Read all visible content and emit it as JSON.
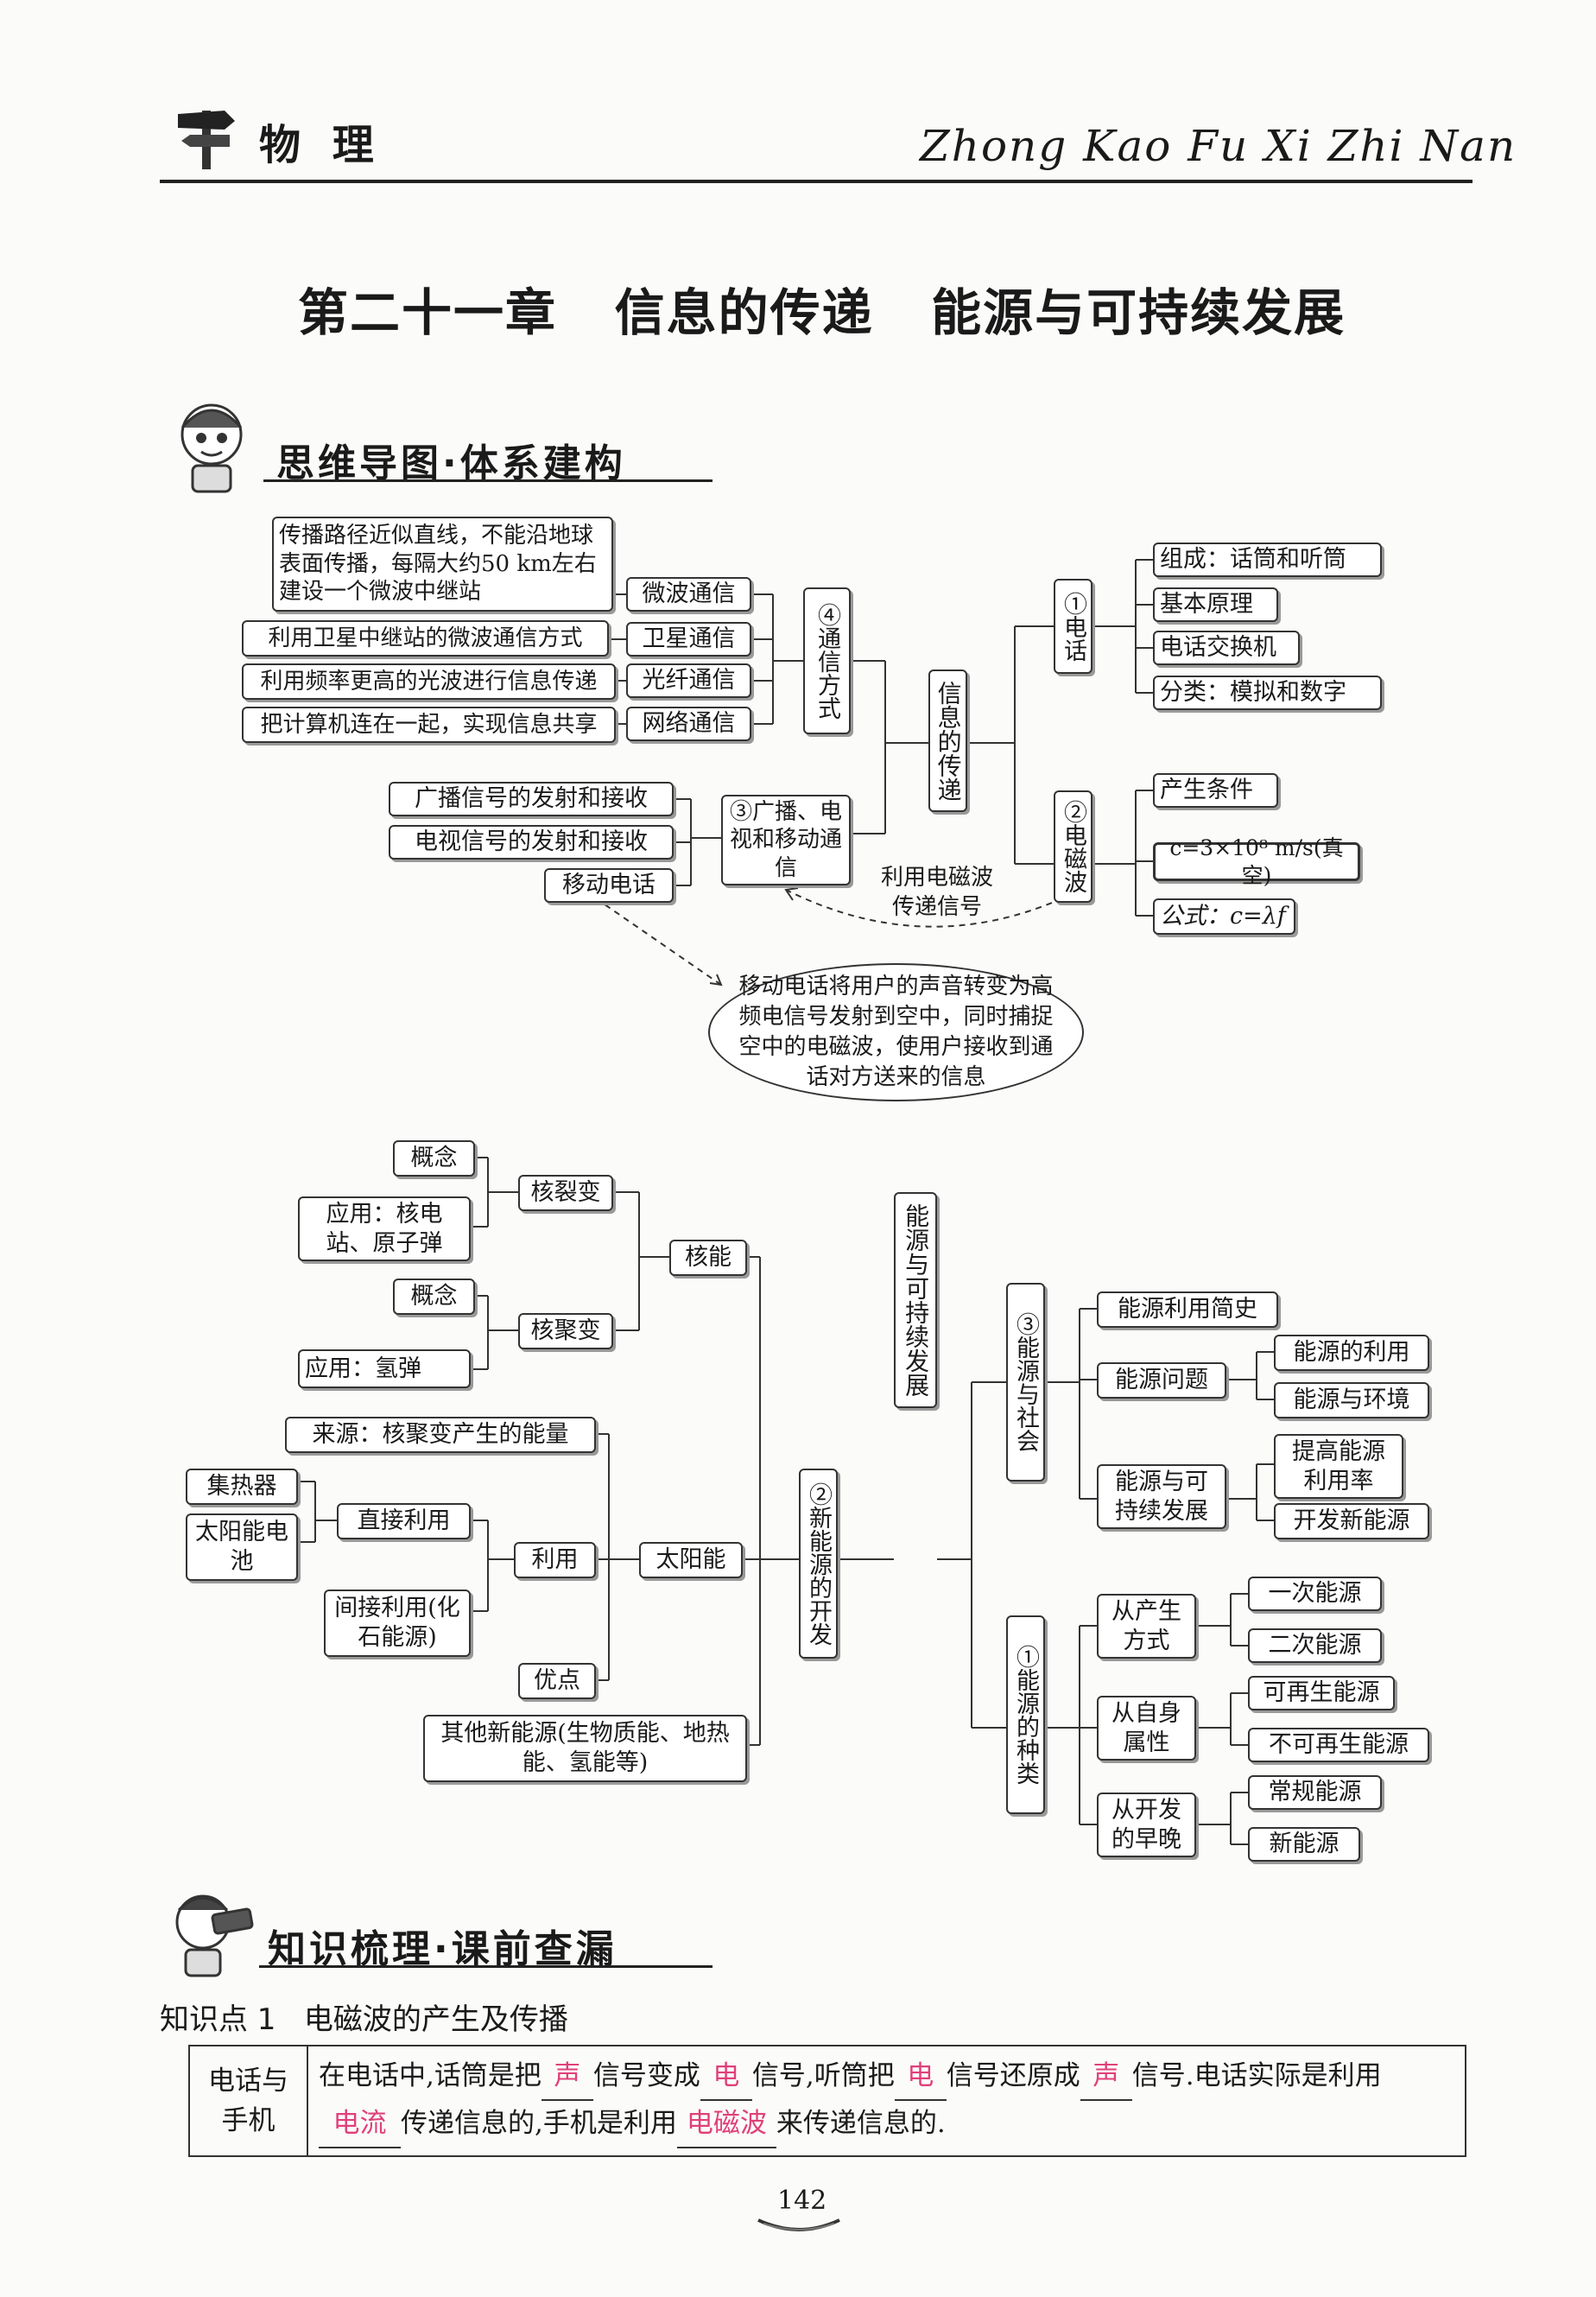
{
  "header": {
    "subject": "物 理",
    "series": "Zhong Kao Fu Xi Zhi Nan"
  },
  "chapter_title": "第二十一章   信息的传递   能源与可持续发展",
  "sections": {
    "mindmap": "思维导图·体系建构",
    "knowledge": "知识梳理·课前查漏"
  },
  "map1": {
    "root": "信息的传递",
    "dianhua": "①电话",
    "dianhua_items": [
      "组成：话筒和听筒",
      "基本原理",
      "电话交换机",
      "分类：模拟和数字"
    ],
    "wave": "②电磁波",
    "wave_items": [
      "产生条件",
      "c=3×10⁸ m/s(真空)",
      "公式：c=λf"
    ],
    "broadcast": "③广播、电视和移动通信",
    "broadcast_items": [
      "广播信号的发射和接收",
      "电视信号的发射和接收",
      "移动电话"
    ],
    "comm": "④通信方式",
    "comm_items": [
      "微波通信",
      "卫星通信",
      "光纤通信",
      "网络通信"
    ],
    "comm_desc": [
      "传播路径近似直线，不能沿地球表面传播，每隔大约50 km左右建设一个微波中继站",
      "利用卫星中继站的微波通信方式",
      "利用频率更高的光波进行信息传递",
      "把计算机连在一起，实现信息共享"
    ],
    "arrow_label": "利用电磁波传递信号",
    "mobile_note": "移动电话将用户的声音转变为高频电信号发射到空中，同时捕捉空中的电磁波，使用户接收到通话对方送来的信息"
  },
  "map2": {
    "root": "能源与可持续发展",
    "kinds": "①能源的种类",
    "kind_groups": [
      {
        "label": "从产生方式",
        "items": [
          "一次能源",
          "二次能源"
        ]
      },
      {
        "label": "从自身属性",
        "items": [
          "可再生能源",
          "不可再生能源"
        ]
      },
      {
        "label": "从开发的早晚",
        "items": [
          "常规能源",
          "新能源"
        ]
      }
    ],
    "newdev": "②新能源的开发",
    "nuclear": "核能",
    "fission": "核裂变",
    "fission_items": [
      "概念",
      "应用：核电站、原子弹"
    ],
    "fusion": "核聚变",
    "fusion_items": [
      "概念",
      "应用：氢弹"
    ],
    "solar": "太阳能",
    "solar_source": "来源：核聚变产生的能量",
    "use": "利用",
    "direct": "直接利用",
    "direct_items": [
      "集热器",
      "太阳能电池"
    ],
    "indirect": "间接利用(化石能源)",
    "advantage": "优点",
    "other": "其他新能源(生物质能、地热能、氢能等)",
    "society": "③能源与社会",
    "history": "能源利用简史",
    "problem": "能源问题",
    "problem_items": [
      "能源的利用",
      "能源与环境"
    ],
    "sustain": "能源与可持续发展",
    "sustain_items": [
      "提高能源利用率",
      "开发新能源"
    ]
  },
  "knowledge": {
    "point": "知识点 1   电磁波的产生及传播",
    "row_label": "电话与手机",
    "t1": "在电话中,话筒是把",
    "b1": "声",
    "t2": "信号变成",
    "b2": "电",
    "t3": "信号,听筒把",
    "b3": "电",
    "t4": "信号还原成",
    "b4": "声",
    "t5": "信号.电话实际是利用",
    "b5": "电流",
    "t6": "传递信息的,手机是利用",
    "b6": "电磁波",
    "t7": "来传递信息的."
  },
  "page_number": "142"
}
